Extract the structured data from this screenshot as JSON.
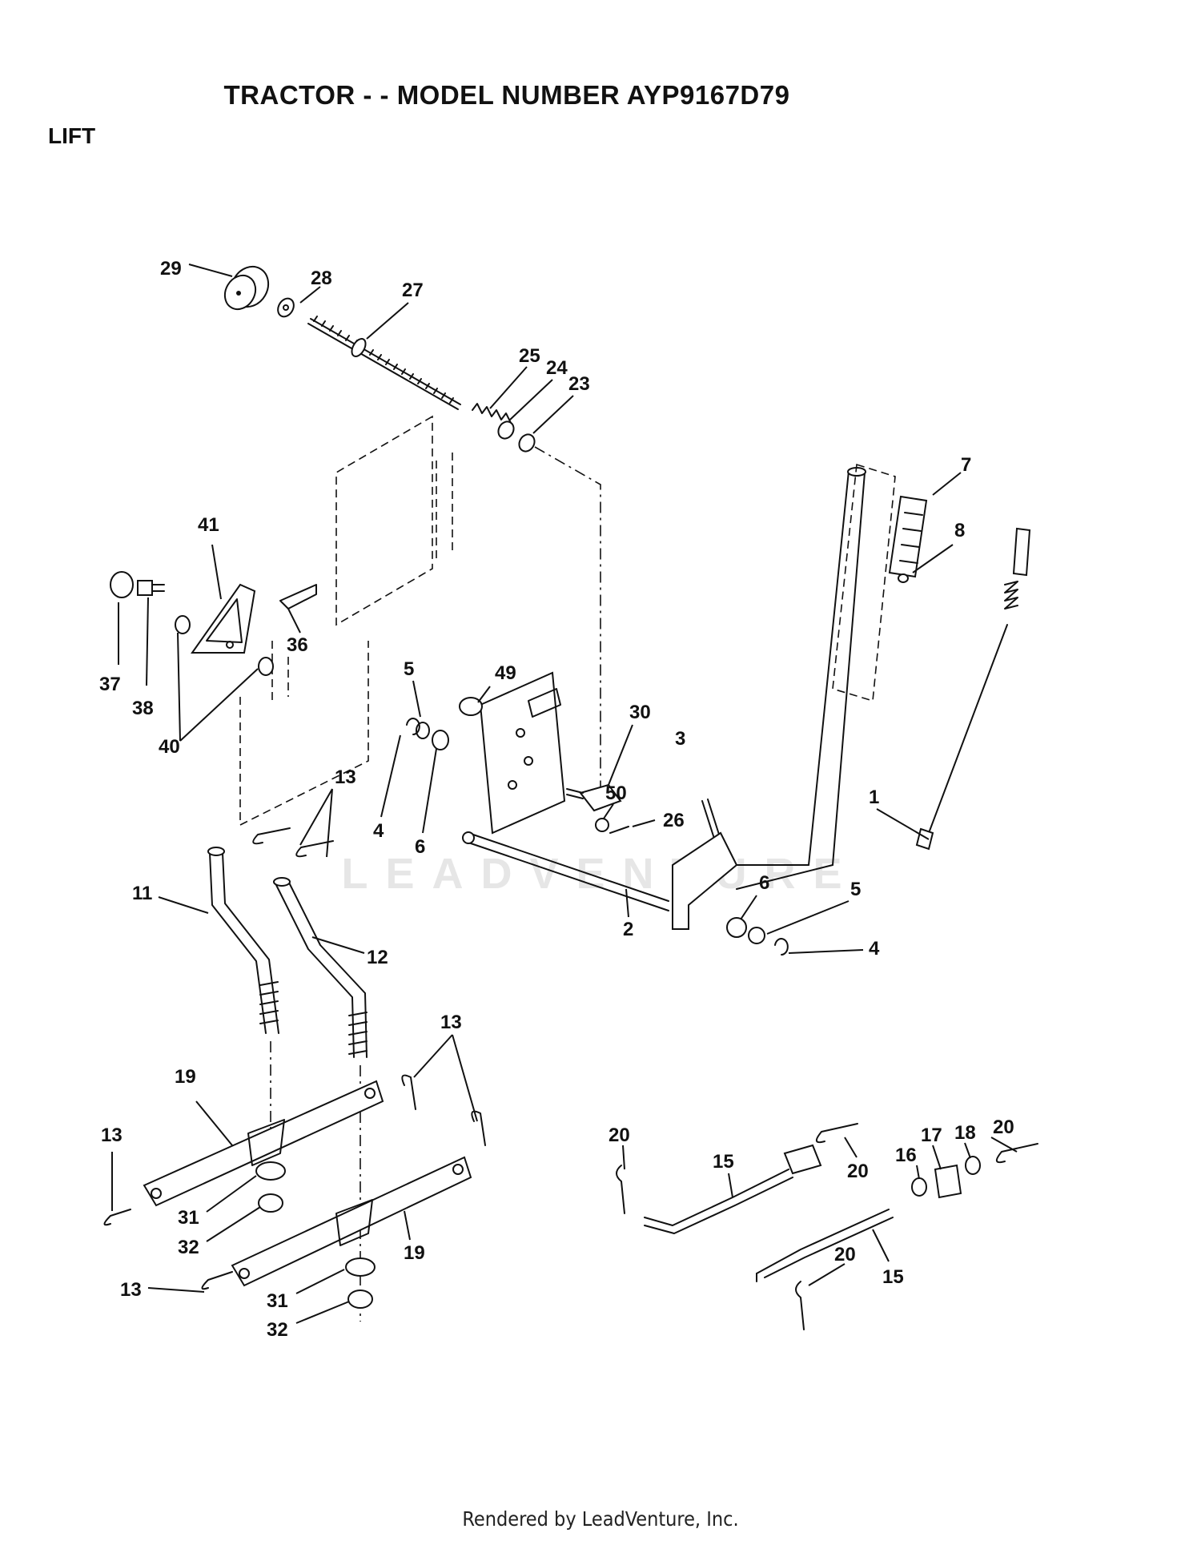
{
  "header": {
    "title": "TRACTOR - - MODEL NUMBER AYP9167D79",
    "section": "LIFT"
  },
  "watermark": "LEADVENTURE",
  "footer": "Rendered by LeadVenture, Inc.",
  "callouts": [
    "29",
    "28",
    "27",
    "25",
    "24",
    "23",
    "7",
    "8",
    "41",
    "37",
    "38",
    "36",
    "40",
    "5",
    "49",
    "30",
    "3",
    "1",
    "4",
    "6",
    "50",
    "26",
    "13",
    "11",
    "12",
    "2",
    "6",
    "5",
    "4",
    "13",
    "19",
    "13",
    "31",
    "32",
    "19",
    "13",
    "31",
    "32",
    "20",
    "15",
    "20",
    "17",
    "18",
    "20",
    "16",
    "20",
    "15"
  ]
}
